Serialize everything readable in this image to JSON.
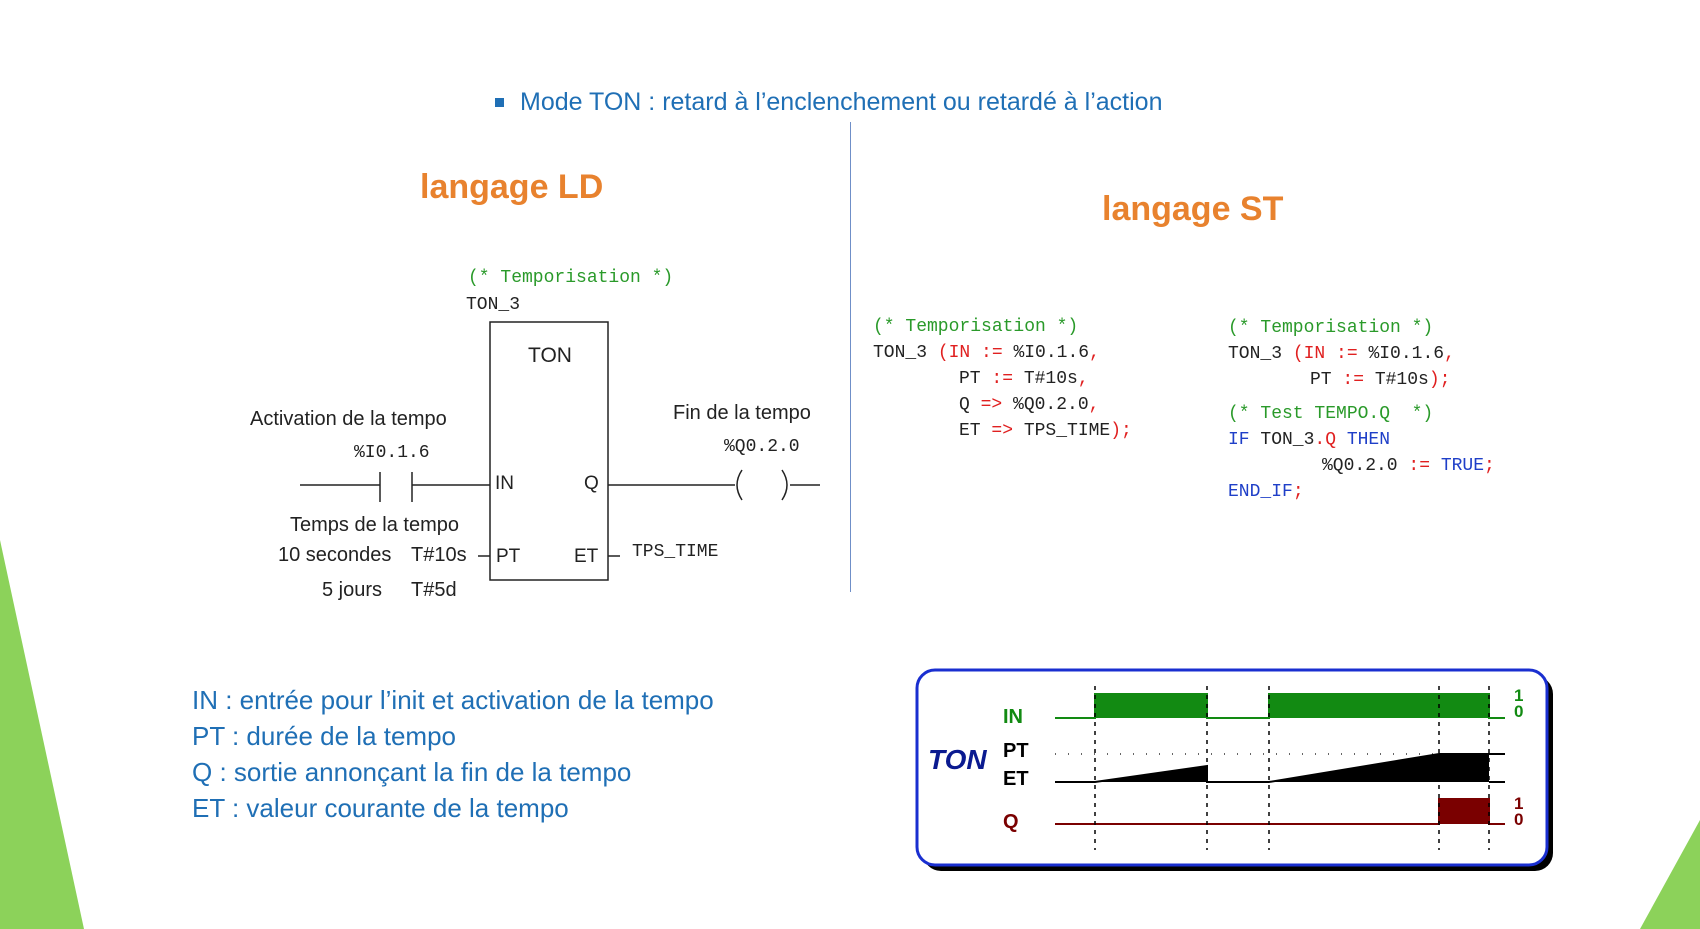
{
  "slide": {
    "title": "Mode TON  : retard à l’enclenchement ou retardé à l’action"
  },
  "ld": {
    "heading": "langage LD",
    "comment": "(* Temporisation *)",
    "instance": "TON_3",
    "block_name": "TON",
    "pin_in": "IN",
    "pin_q": "Q",
    "pin_pt": "PT",
    "pin_et": "ET",
    "activation_label": "Activation de la tempo",
    "input_address": "%I0.1.6",
    "end_label": "Fin de la tempo",
    "output_address": "%Q0.2.0",
    "duration_label": "Temps de la tempo",
    "duration_example_1_text": "10 secondes",
    "duration_example_1_value": "T#10s",
    "duration_example_2_text": "5 jours",
    "duration_example_2_value": "T#5d",
    "et_variable": "TPS_TIME"
  },
  "st": {
    "heading": "langage ST",
    "left": {
      "comment": "(* Temporisation *)",
      "l1_a": "TON_3 ",
      "l1_b": "(IN := ",
      "l1_c": "%I0.1.6",
      "l1_d": ",",
      "l2_a": "PT ",
      "l2_b": ":= ",
      "l2_c": "T#10s",
      "l2_d": ",",
      "l3_a": "Q ",
      "l3_b": "=> ",
      "l3_c": "%Q0.2.0",
      "l3_d": ",",
      "l4_a": "ET ",
      "l4_b": "=> ",
      "l4_c": "TPS_TIME",
      "l4_d": ");"
    },
    "right": {
      "comment1": "(* Temporisation *)",
      "l1_a": "TON_3 ",
      "l1_b": "(IN := ",
      "l1_c": "%I0.1.6",
      "l1_d": ",",
      "l2_a": "PT ",
      "l2_b": ":= ",
      "l2_c": "T#10s",
      "l2_d": ");",
      "comment2": "(* Test TEMPO.Q  *)",
      "l3_if": "IF ",
      "l3_var": "TON_3",
      "l3_dot": ".Q ",
      "l3_then": "THEN",
      "l4_var": "%Q0.2.0 ",
      "l4_op": ":= ",
      "l4_val": "TRUE",
      "l4_end": ";",
      "l5_endif": "END_IF",
      "l5_end": ";"
    }
  },
  "legend": {
    "line1": "IN : entrée pour l’init et activation de la tempo",
    "line2": "PT : durée de la tempo",
    "line3": "Q : sortie  annonçant la fin de la tempo",
    "line4": "ET : valeur courante de la tempo"
  },
  "timing_diagram": {
    "title": "TON",
    "label_in": "IN",
    "label_pt": "PT",
    "label_et": "ET",
    "label_q": "Q",
    "level_high": "1",
    "level_low": "0",
    "colors": {
      "in": "#128a12",
      "q": "#7a0000",
      "frame": "#1a2fd0"
    }
  },
  "colors": {
    "accent": "#e8822e",
    "text_blue": "#1f6fb5",
    "green_deco": "#8cd25a"
  }
}
